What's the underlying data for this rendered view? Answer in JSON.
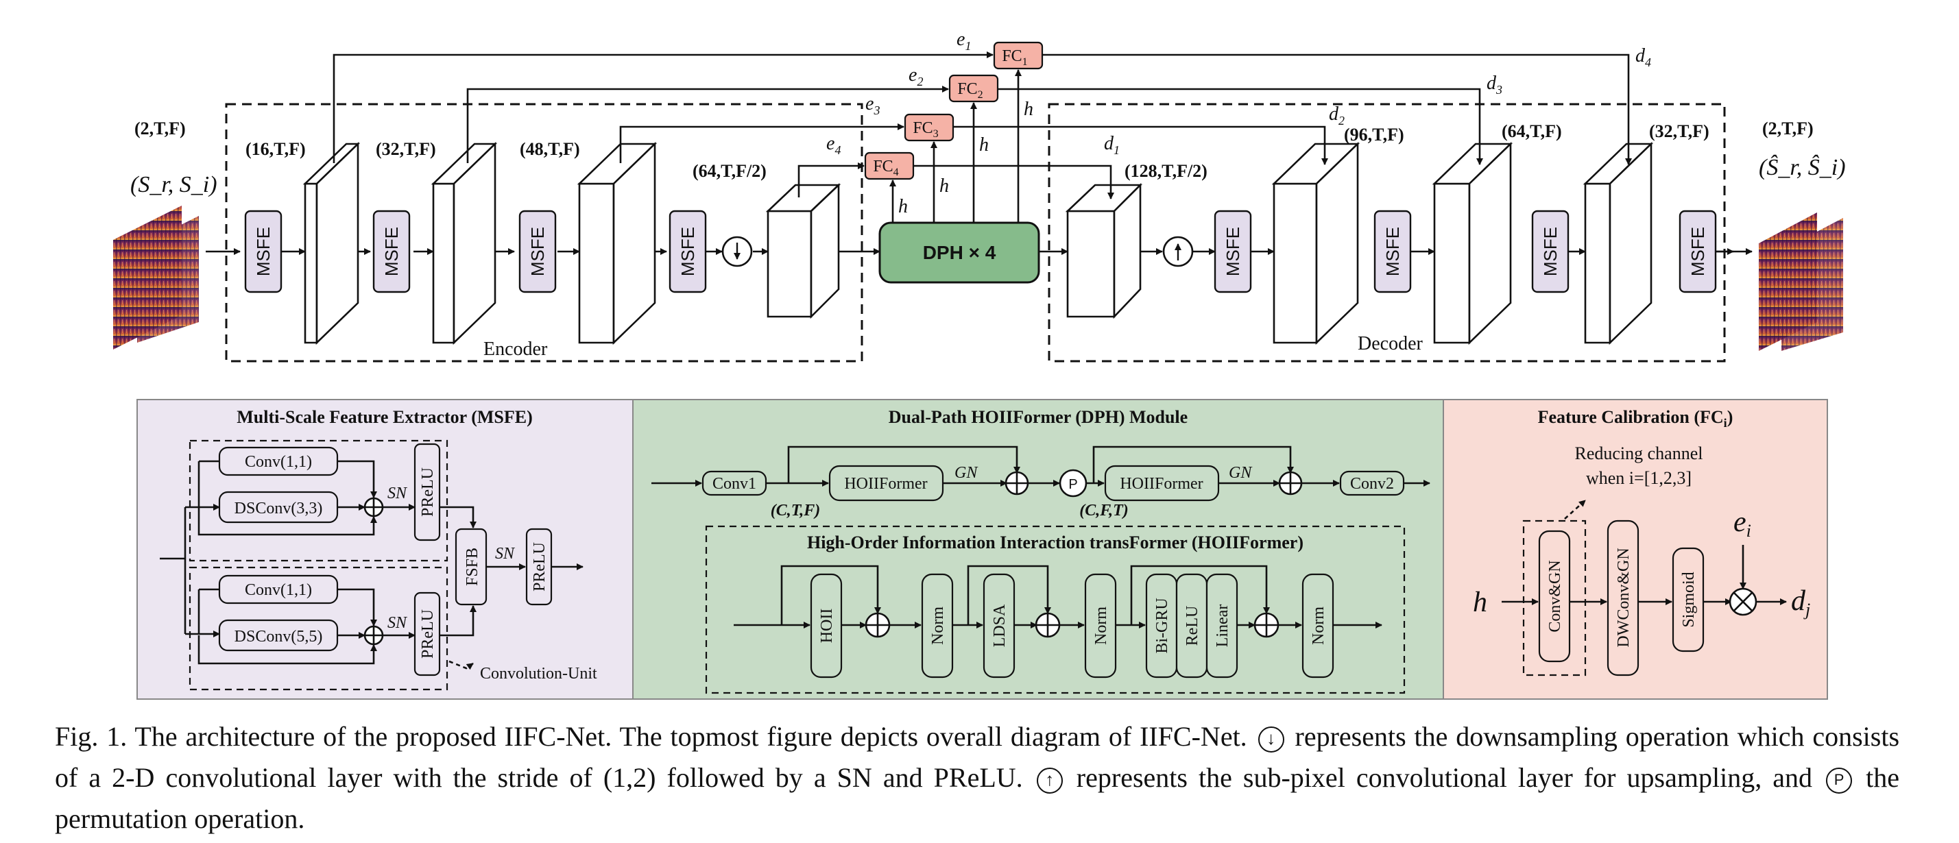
{
  "top": {
    "input_shape": "(2,T,F)",
    "input_signal": "(S_r, S_i)",
    "output_shape": "(2,T,F)",
    "output_signal": "(Ŝ_r, Ŝ_i)",
    "encoder_shapes": [
      "(16,T,F)",
      "(32,T,F)",
      "(48,T,F)",
      "(64,T,F/2)"
    ],
    "decoder_shapes": [
      "(128,T,F/2)",
      "(96,T,F)",
      "(64,T,F)",
      "(32,T,F)"
    ],
    "msfe_label": "MSFE",
    "dph_label": "DPH × 4",
    "encoder_label": "Encoder",
    "decoder_label": "Decoder",
    "fc_labels": [
      "FC",
      "FC",
      "FC",
      "FC"
    ],
    "fc_subs": [
      "1",
      "2",
      "3",
      "4"
    ],
    "e_labels": [
      "e",
      "e",
      "e",
      "e"
    ],
    "e_subs": [
      "1",
      "2",
      "3",
      "4"
    ],
    "d_labels": [
      "d",
      "d",
      "d",
      "d"
    ],
    "d_subs": [
      "1",
      "2",
      "3",
      "4"
    ],
    "h_label": "h",
    "downsample_symbol": "↓",
    "upsample_symbol": "↑"
  },
  "msfe_panel": {
    "title": "Multi-Scale Feature Extractor (MSFE)",
    "conv1": "Conv(1,1)",
    "dsconv3": "DSConv(3,3)",
    "dsconv5": "DSConv(5,5)",
    "sn": "SN",
    "prelu": "PReLU",
    "fsfb": "FSFB",
    "conv_unit": "Convolution-Unit"
  },
  "dph_panel": {
    "title": "Dual-Path HOIIFormer (DPH) Module",
    "conv1": "Conv1",
    "conv2": "Conv2",
    "hoiiformer": "HOIIFormer",
    "gn": "GN",
    "p": "P",
    "ctf": "(C,T,F)",
    "cft": "(C,F,T)",
    "sub_title": "High-Order Information Interaction transFormer (HOIIFormer)",
    "hoii": "HOII",
    "norm": "Norm",
    "ldsa": "LDSA",
    "bigru": "Bi-GRU",
    "relu": "ReLU",
    "linear": "Linear"
  },
  "fc_panel": {
    "title": "Feature Calibration (FC",
    "title_sub": "i",
    "title_end": ")",
    "note_line1": "Reducing channel",
    "note_line2": "when i=[1,2,3]",
    "conv_gn": "Conv&GN",
    "dwconv_gn": "DWConv&GN",
    "sigmoid": "Sigmoid",
    "h": "h",
    "e": "e",
    "e_sub": "i",
    "d": "d",
    "d_sub": "j"
  },
  "caption": {
    "part1": "Fig. 1.   The architecture of the proposed IIFC-Net. The topmost figure depicts overall diagram of IIFC-Net.",
    "part2": "represents the downsampling operation which consists of a 2-D convolutional layer with the stride of (1,2) followed by a SN and PReLU.",
    "part3": "represents the sub-pixel convolutional layer for upsampling, and",
    "part4": "the permutation operation.",
    "sym_down": "↓",
    "sym_up": "↑",
    "sym_p": "P"
  },
  "colors": {
    "msfe_fill": "#e3dcec",
    "fc_fill": "#f5b2a6",
    "dph_fill": "#86bb8b",
    "panel_msfe_bg": "#ece6f1",
    "panel_dph_bg": "#c7dcc6",
    "panel_fc_bg": "#f9dcd5",
    "dph_inner_fill": "#c9ddc9",
    "stroke": "#111111"
  }
}
